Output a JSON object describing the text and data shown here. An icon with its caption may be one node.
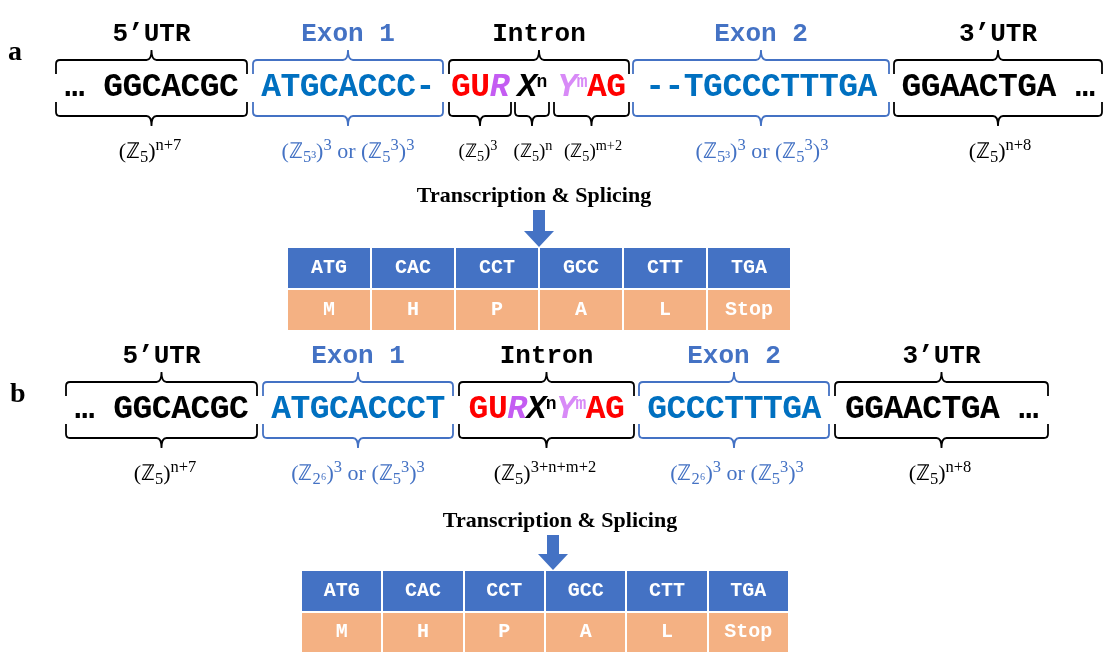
{
  "diagram": {
    "nodes": [
      {
        "text": [
          "5’UTR",
          "… GGCACGC"
        ],
        "beside": [
          "(ℤ$_{5}$)$^{n+7}$"
        ]
      },
      {
        "text": [
          "Exon 1",
          "ATGCACCC-"
        ],
        "beside": [
          "(ℤ$_{5³}$)$^{3}$ or (ℤ$_{5}$$^{3}$)$^{3}$"
        ]
      },
      {
        "text": [
          "Intron"
        ]
      },
      {
        "text": [
          "GU",
          "*R*"
        ],
        "in": 2,
        "beside": [
          "(ℤ$_{5}$)$^{3}$"
        ]
      },
      {
        "text": [
          "*X*$^{n}$"
        ],
        "in": 2,
        "beside": [
          "(ℤ$_{5}$)$^{n}$"
        ]
      },
      {
        "text": [
          "*Y*$^{m}$AG"
        ],
        "in": 2,
        "beside": [
          "(ℤ$_{5}$)$^{m+2}$"
        ]
      },
      {
        "text": [
          "Exon 2",
          "--TGCCCTTTGA"
        ],
        "beside": [
          "(ℤ$_{5³}$)$^{3}$ or (ℤ$_{5}$$^{3}$)$^{3}$"
        ]
      },
      {
        "text": [
          "3’UTR",
          "GGAACTGA …"
        ],
        "beside": [
          "(ℤ$_{5}$)$^{n+8}$"
        ]
      },
      {
        "text": [],
        "shape": "box"
      },
      {
        "text": [
          "ATG"
        ],
        "in": 8
      },
      {
        "text": [
          "CAC"
        ],
        "in": 8
      },
      {
        "text": [
          "CCT"
        ],
        "in": 8
      },
      {
        "text": [
          "GCC"
        ],
        "in": 8
      },
      {
        "text": [
          "CTT"
        ],
        "in": 8
      },
      {
        "text": [
          "TGA"
        ],
        "in": 8
      },
      {
        "text": [
          "M"
        ],
        "in": 8
      },
      {
        "text": [
          "H"
        ],
        "in": 8
      },
      {
        "text": [
          "P"
        ],
        "in": 8
      },
      {
        "text": [
          "A"
        ],
        "in": 8
      },
      {
        "text": [
          "L"
        ],
        "in": 8
      },
      {
        "text": [
          "Stop"
        ],
        "in": 8
      },
      {
        "text": [
          "5’UTR",
          "… GGCACGC"
        ],
        "beside": [
          "(ℤ$_{5}$)$^{n+7}$"
        ]
      },
      {
        "text": [
          "Exon 1",
          "ATGCACCCT"
        ],
        "beside": [
          "(ℤ$_{2⁶}$)$^{3}$ or (ℤ$_{5}$$^{3}$)$^{3}$"
        ]
      },
      {
        "text": [
          "Intron",
          "GU",
          "*R*",
          "*X*$^{n}$",
          "*Y*$^{m}$AG"
        ],
        "beside": [
          "(ℤ$_{5}$)$^{3+n+m+2}$"
        ]
      },
      {
        "text": [
          "Exon 2",
          "GCCCTTTGA"
        ],
        "beside": [
          "(ℤ$_{2⁶}$)$^{3}$ or (ℤ$_{5}$$^{3}$)$^{3}$"
        ]
      },
      {
        "text": [
          "3’UTR",
          "GGAACTGA …"
        ],
        "beside": [
          "(ℤ$_{5}$)$^{n+8}$"
        ]
      },
      {
        "text": [],
        "shape": "box"
      },
      {
        "text": [
          "ATG"
        ],
        "in": 26
      },
      {
        "text": [
          "CAC"
        ],
        "in": 26
      },
      {
        "text": [
          "CCT"
        ],
        "in": 26
      },
      {
        "text": [
          "GCC"
        ],
        "in": 26
      },
      {
        "text": [
          "CTT"
        ],
        "in": 26
      },
      {
        "text": [
          "TGA"
        ],
        "in": 26
      },
      {
        "text": [
          "M"
        ],
        "in": 26
      },
      {
        "text": [
          "H"
        ],
        "in": 26
      },
      {
        "text": [
          "P"
        ],
        "in": 26
      },
      {
        "text": [
          "A"
        ],
        "in": 26
      },
      {
        "text": [
          "L"
        ],
        "in": 26
      },
      {
        "text": [
          "Stop"
        ],
        "in": 26
      },
      {
        "text": [
          "Transcription & Splicing"
        ]
      },
      {
        "text": [
          "Transcription & Splicing"
        ]
      }
    ],
    "edges": [
      {
        "from": 39,
        "to": 8,
        "arrow": "to"
      },
      {
        "from": 40,
        "to": 26,
        "arrow": "to"
      }
    ],
    "labels": [
      "a",
      "b"
    ]
  }
}
